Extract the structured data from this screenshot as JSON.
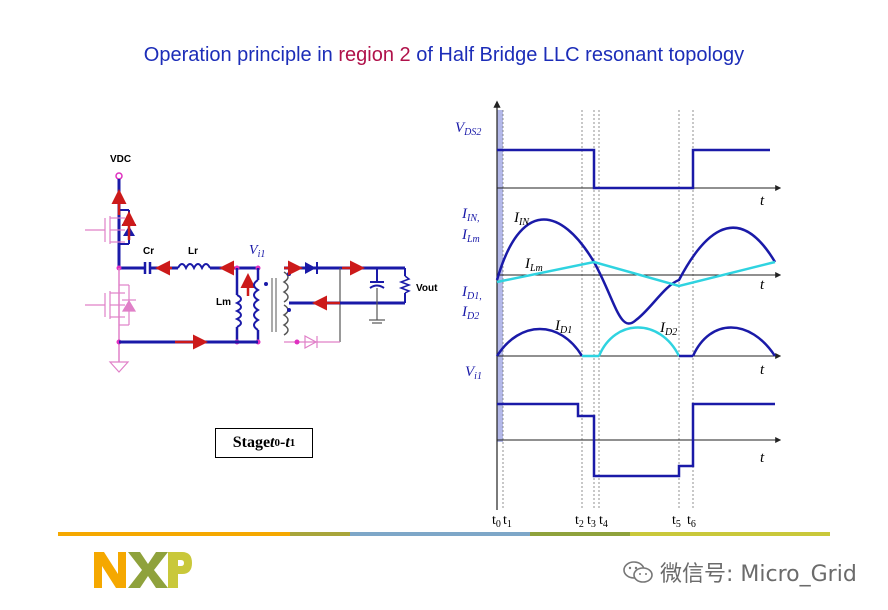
{
  "title": {
    "prefix": "Operation principle in ",
    "highlight": "region 2",
    "suffix": " of Half Bridge LLC resonant topology"
  },
  "circuit": {
    "vdc_label": "VDC",
    "cr_label": "Cr",
    "lr_label": "Lr",
    "vi1_label": "V",
    "vi1_sub": "i1",
    "lm_label": "Lm",
    "vout_label": "Vout"
  },
  "stage_box": {
    "label": "Stage ",
    "t_a": "t",
    "t_a_sub": "0",
    "dash": " - ",
    "t_b": "t",
    "t_b_sub": "1"
  },
  "waveforms": {
    "vds2_label": "V",
    "vds2_sub": "DS2",
    "iin_label": "I",
    "iin_sub": "IN,",
    "ilm_label": "I",
    "ilm_sub": "Lm",
    "iin_curve_label": "I",
    "iin_curve_sub": "IN",
    "ilm_curve_label": "I",
    "ilm_curve_sub": "Lm",
    "id1_label": "I",
    "id1_sub": "D1,",
    "id2_label": "I",
    "id2_sub": "D2",
    "id1_curve_label": "I",
    "id1_curve_sub": "D1",
    "id2_curve_label": "I",
    "id2_curve_sub": "D2",
    "vi1_label": "V",
    "vi1_sub": "i1",
    "t_axis_label": "t",
    "time_marks": [
      {
        "t": "t",
        "sub": "0"
      },
      {
        "t": "t",
        "sub": "1"
      },
      {
        "t": "t",
        "sub": "2"
      },
      {
        "t": "t",
        "sub": "3"
      },
      {
        "t": "t",
        "sub": "4"
      },
      {
        "t": "t",
        "sub": "5"
      },
      {
        "t": "t",
        "sub": "6"
      }
    ]
  },
  "footer": {
    "logo_text": "NXP",
    "watermark": "微信号: Micro_Grid",
    "bar_colors": [
      "#f5a800",
      "#a8a53a",
      "#7ea7c8",
      "#8fa23c",
      "#c9c83a"
    ]
  },
  "colors": {
    "wave": "#1a1aa8",
    "wave_cyan": "#2fd3e0",
    "arrow": "#cc1a1a",
    "node": "#e030c0",
    "highlight_band": "#9aa0e0"
  }
}
